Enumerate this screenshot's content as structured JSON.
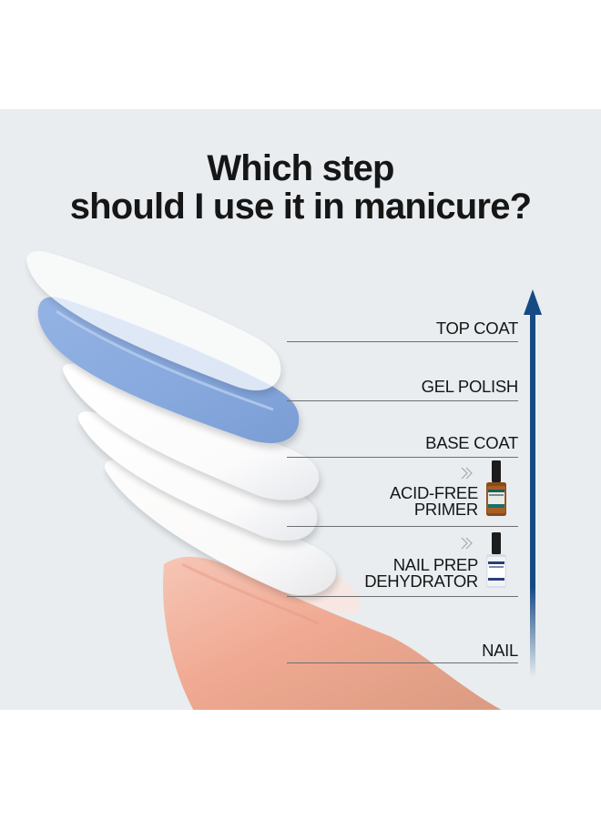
{
  "title": {
    "line1": "Which step",
    "line2": "should I use it in manicure?"
  },
  "colors": {
    "panel_background": "#e9edf0",
    "page_background": "#ffffff",
    "title_text": "#161616",
    "arrow": "#164a84",
    "gel_polish_nail": "#8fb0e2",
    "skin": "#f0ad98",
    "divider": "#6d6f72"
  },
  "layers": [
    {
      "id": "top-coat",
      "label": "TOP COAT",
      "has_product": false
    },
    {
      "id": "gel-polish",
      "label": "GEL POLISH",
      "has_product": false
    },
    {
      "id": "base-coat",
      "label": "BASE COAT",
      "has_product": false
    },
    {
      "id": "acid-free-primer",
      "label_line1": "ACID-FREE",
      "label_line2": "PRIMER",
      "has_product": true,
      "product_icon": "primer-bottle-icon",
      "pointer_icon": "double-chevron-right-icon"
    },
    {
      "id": "nail-prep-dehydrator",
      "label_line1": "NAIL PREP",
      "label_line2": "DEHYDRATOR",
      "has_product": true,
      "product_icon": "dehydrator-bottle-icon",
      "pointer_icon": "double-chevron-right-icon"
    },
    {
      "id": "nail",
      "label": "NAIL",
      "has_product": false
    }
  ],
  "arrow": {
    "direction": "up",
    "meaning": "application order from bottom to top"
  }
}
